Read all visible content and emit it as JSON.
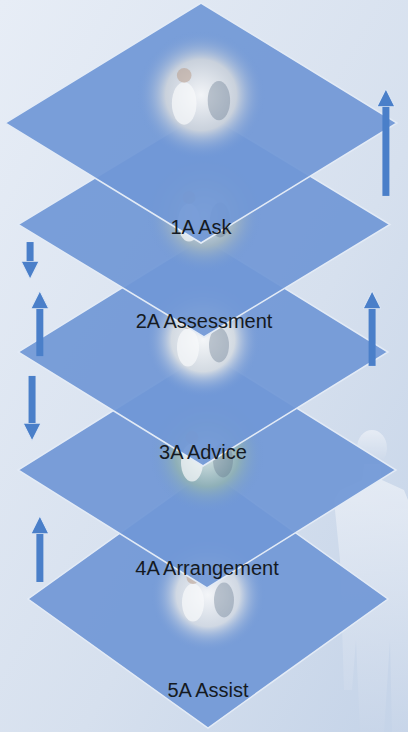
{
  "diagram": {
    "nodes": [
      {
        "text": [
          "1A Ask"
        ]
      },
      {
        "text": [
          "2A Assessment"
        ]
      },
      {
        "text": [
          "3A Advice"
        ]
      },
      {
        "text": [
          "4A Arrangement"
        ]
      },
      {
        "text": [
          "5A Assist"
        ]
      }
    ],
    "edges": [
      {
        "from": 0,
        "to": 1,
        "arrow": "to"
      },
      {
        "from": 1,
        "to": 0,
        "arrow": "to"
      },
      {
        "from": 2,
        "to": 1,
        "arrow": "to"
      },
      {
        "from": 2,
        "to": 1,
        "arrow": "to"
      },
      {
        "from": 2,
        "to": 3,
        "arrow": "to"
      },
      {
        "from": 4,
        "to": 3,
        "arrow": "to"
      }
    ]
  }
}
